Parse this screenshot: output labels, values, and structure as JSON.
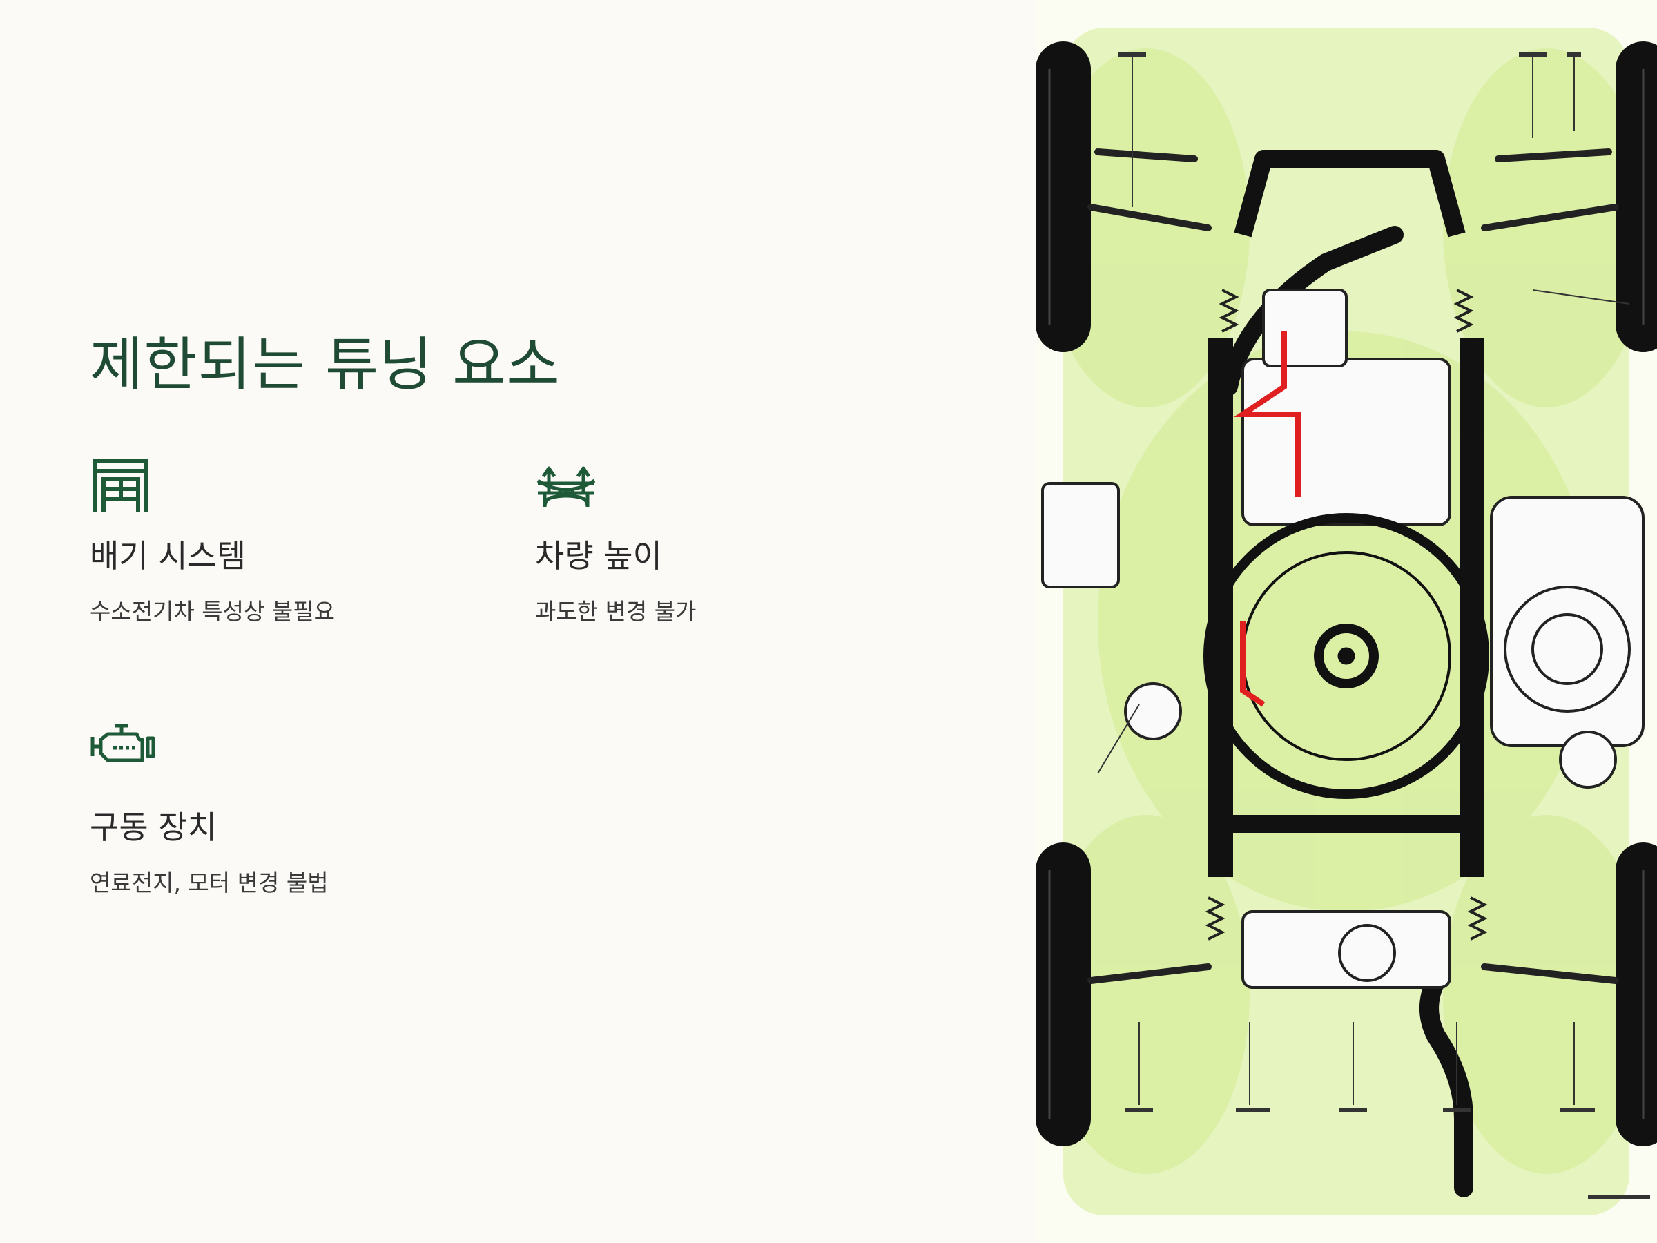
{
  "title": "제한되는 튜닝 요소",
  "colors": {
    "accent": "#1f4a33",
    "background": "#fbfaf7",
    "diagram_bg": "#e9f5c6"
  },
  "features": [
    {
      "icon": "exhaust-gate-icon",
      "title": "배기 시스템",
      "description": "수소전기차 특성상 불필요"
    },
    {
      "icon": "bridge-icon",
      "title": "차량 높이",
      "description": "과도한 변경 불가"
    },
    {
      "icon": "engine-icon",
      "title": "구동 장치",
      "description": "연료전지, 모터 변경 불법"
    }
  ]
}
